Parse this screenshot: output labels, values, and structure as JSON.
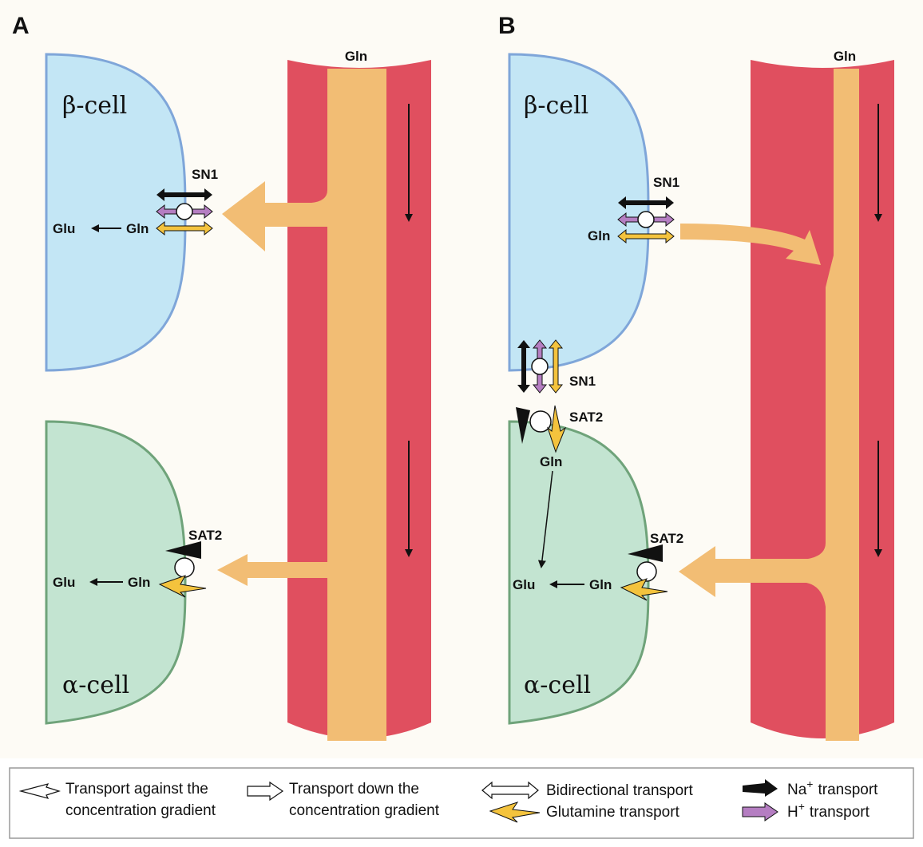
{
  "panels": {
    "a": {
      "label": "A",
      "vessel_label": "Gln",
      "beta_cell": "β-cell",
      "alpha_cell": "α-cell",
      "sn1": "SN1",
      "sat2": "SAT2",
      "glu": "Glu",
      "gln": "Gln"
    },
    "b": {
      "label": "B",
      "vessel_label": "Gln",
      "beta_cell": "β-cell",
      "alpha_cell": "α-cell",
      "sn1": "SN1",
      "sn1_junction": "SN1",
      "sat2": "SAT2",
      "sat2_junction": "SAT2",
      "glu": "Glu",
      "gln": "Gln"
    }
  },
  "legend": {
    "against_1": "Transport against the",
    "against_2": "concentration gradient",
    "down_1": "Transport down the",
    "down_2": "concentration gradient",
    "bidirectional": "Bidirectional transport",
    "glutamine": "Glutamine transport",
    "na": "Na",
    "h": "H",
    "plus": "+",
    "transport": "transport"
  },
  "colors": {
    "beta_cell_fill": "#c3e6f5",
    "beta_cell_border": "#7fa6d9",
    "alpha_cell_fill": "#c3e4d1",
    "alpha_cell_border": "#6fa37a",
    "vessel": "#e04f5f",
    "glutamine": "#f2bd74",
    "glutamine_arrow": "#f4c33d",
    "h_transport": "#b57ec2",
    "background": "#fdfbf5"
  }
}
